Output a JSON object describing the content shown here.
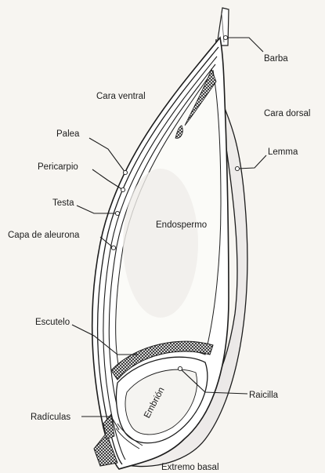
{
  "labels": {
    "barba": "Barba",
    "cara_ventral": "Cara ventral",
    "cara_dorsal": "Cara dorsal",
    "palea": "Palea",
    "lemma": "Lemma",
    "pericarpio": "Pericarpio",
    "testa": "Testa",
    "endospermo": "Endospermo",
    "capa_de_aleurona": "Capa de aleurona",
    "escutelo": "Escutelo",
    "raicilla": "Raicilla",
    "embrion": "Embrión",
    "radiculas": "Radículas",
    "extremo_basal": "Extremo basal"
  }
}
